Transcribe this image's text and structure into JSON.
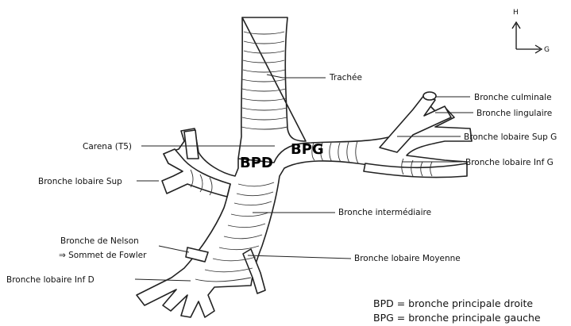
{
  "labels": {
    "trachee": "Trachée",
    "bronche_culminale": "Bronche culminale",
    "bronche_lingulaire": "Bronche lingulaire",
    "bronche_lobaire_sup_g": "Bronche lobaire Sup G",
    "bronche_lobaire_inf_g": "Bronche lobaire Inf G",
    "carena": "Carena (T5)",
    "bronche_lobaire_sup": "Bronche lobaire Sup",
    "bronche_intermediaire": "Bronche intermédiaire",
    "bronche_nelson_1": "Bronche de Nelson",
    "bronche_nelson_2": "⇒ Sommet de Fowler",
    "bronche_lobaire_moyenne": "Bronche lobaire Moyenne",
    "bronche_lobaire_inf_d": "Bronche lobaire Inf D",
    "bpd": "BPD",
    "bpg": "BPG"
  },
  "orientation": {
    "up": "H",
    "right": "G"
  },
  "legend": {
    "line1": "BPD = bronche principale droite",
    "line2": "BPG = bronche principale gauche"
  }
}
